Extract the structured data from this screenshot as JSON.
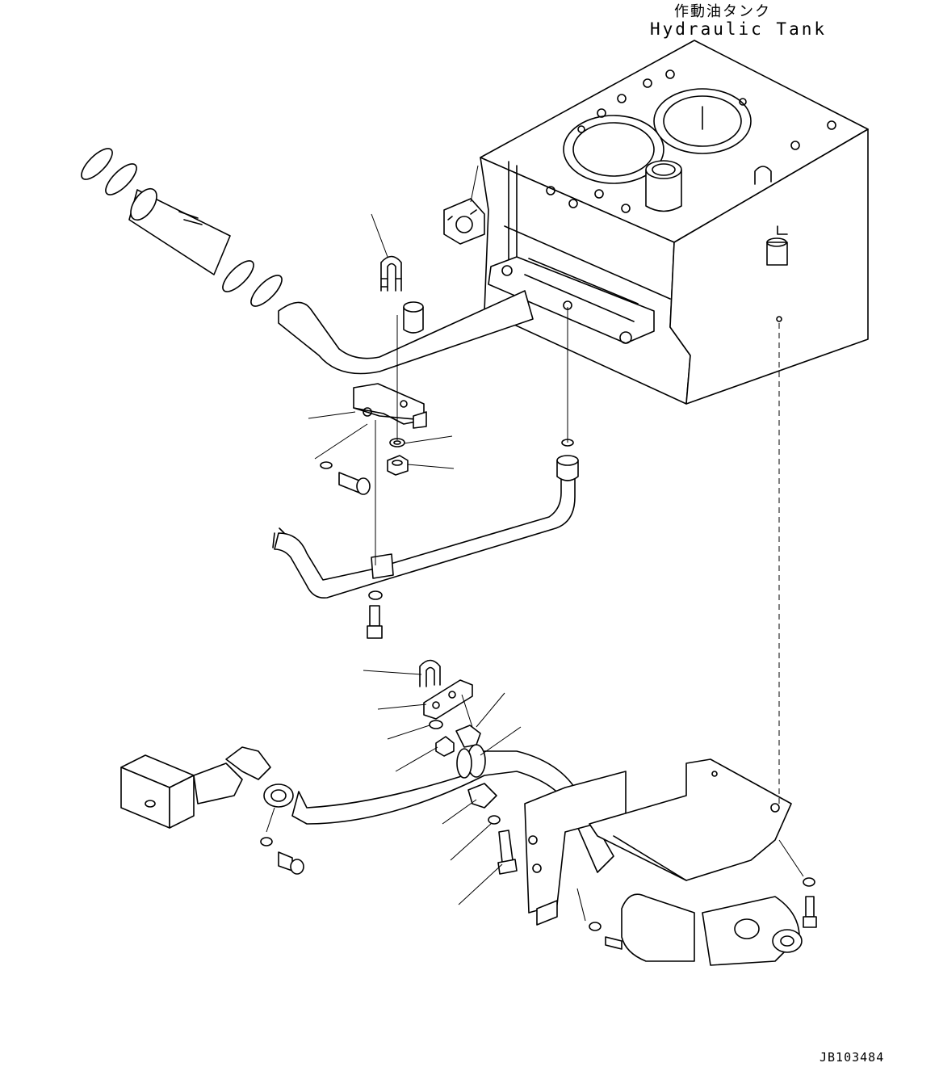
{
  "header": {
    "title_jp": "作動油タンク",
    "title_en": "Hydraulic Tank"
  },
  "footer": {
    "drawing_id": "JB103484"
  },
  "colors": {
    "line": "#000000",
    "background": "#ffffff"
  }
}
